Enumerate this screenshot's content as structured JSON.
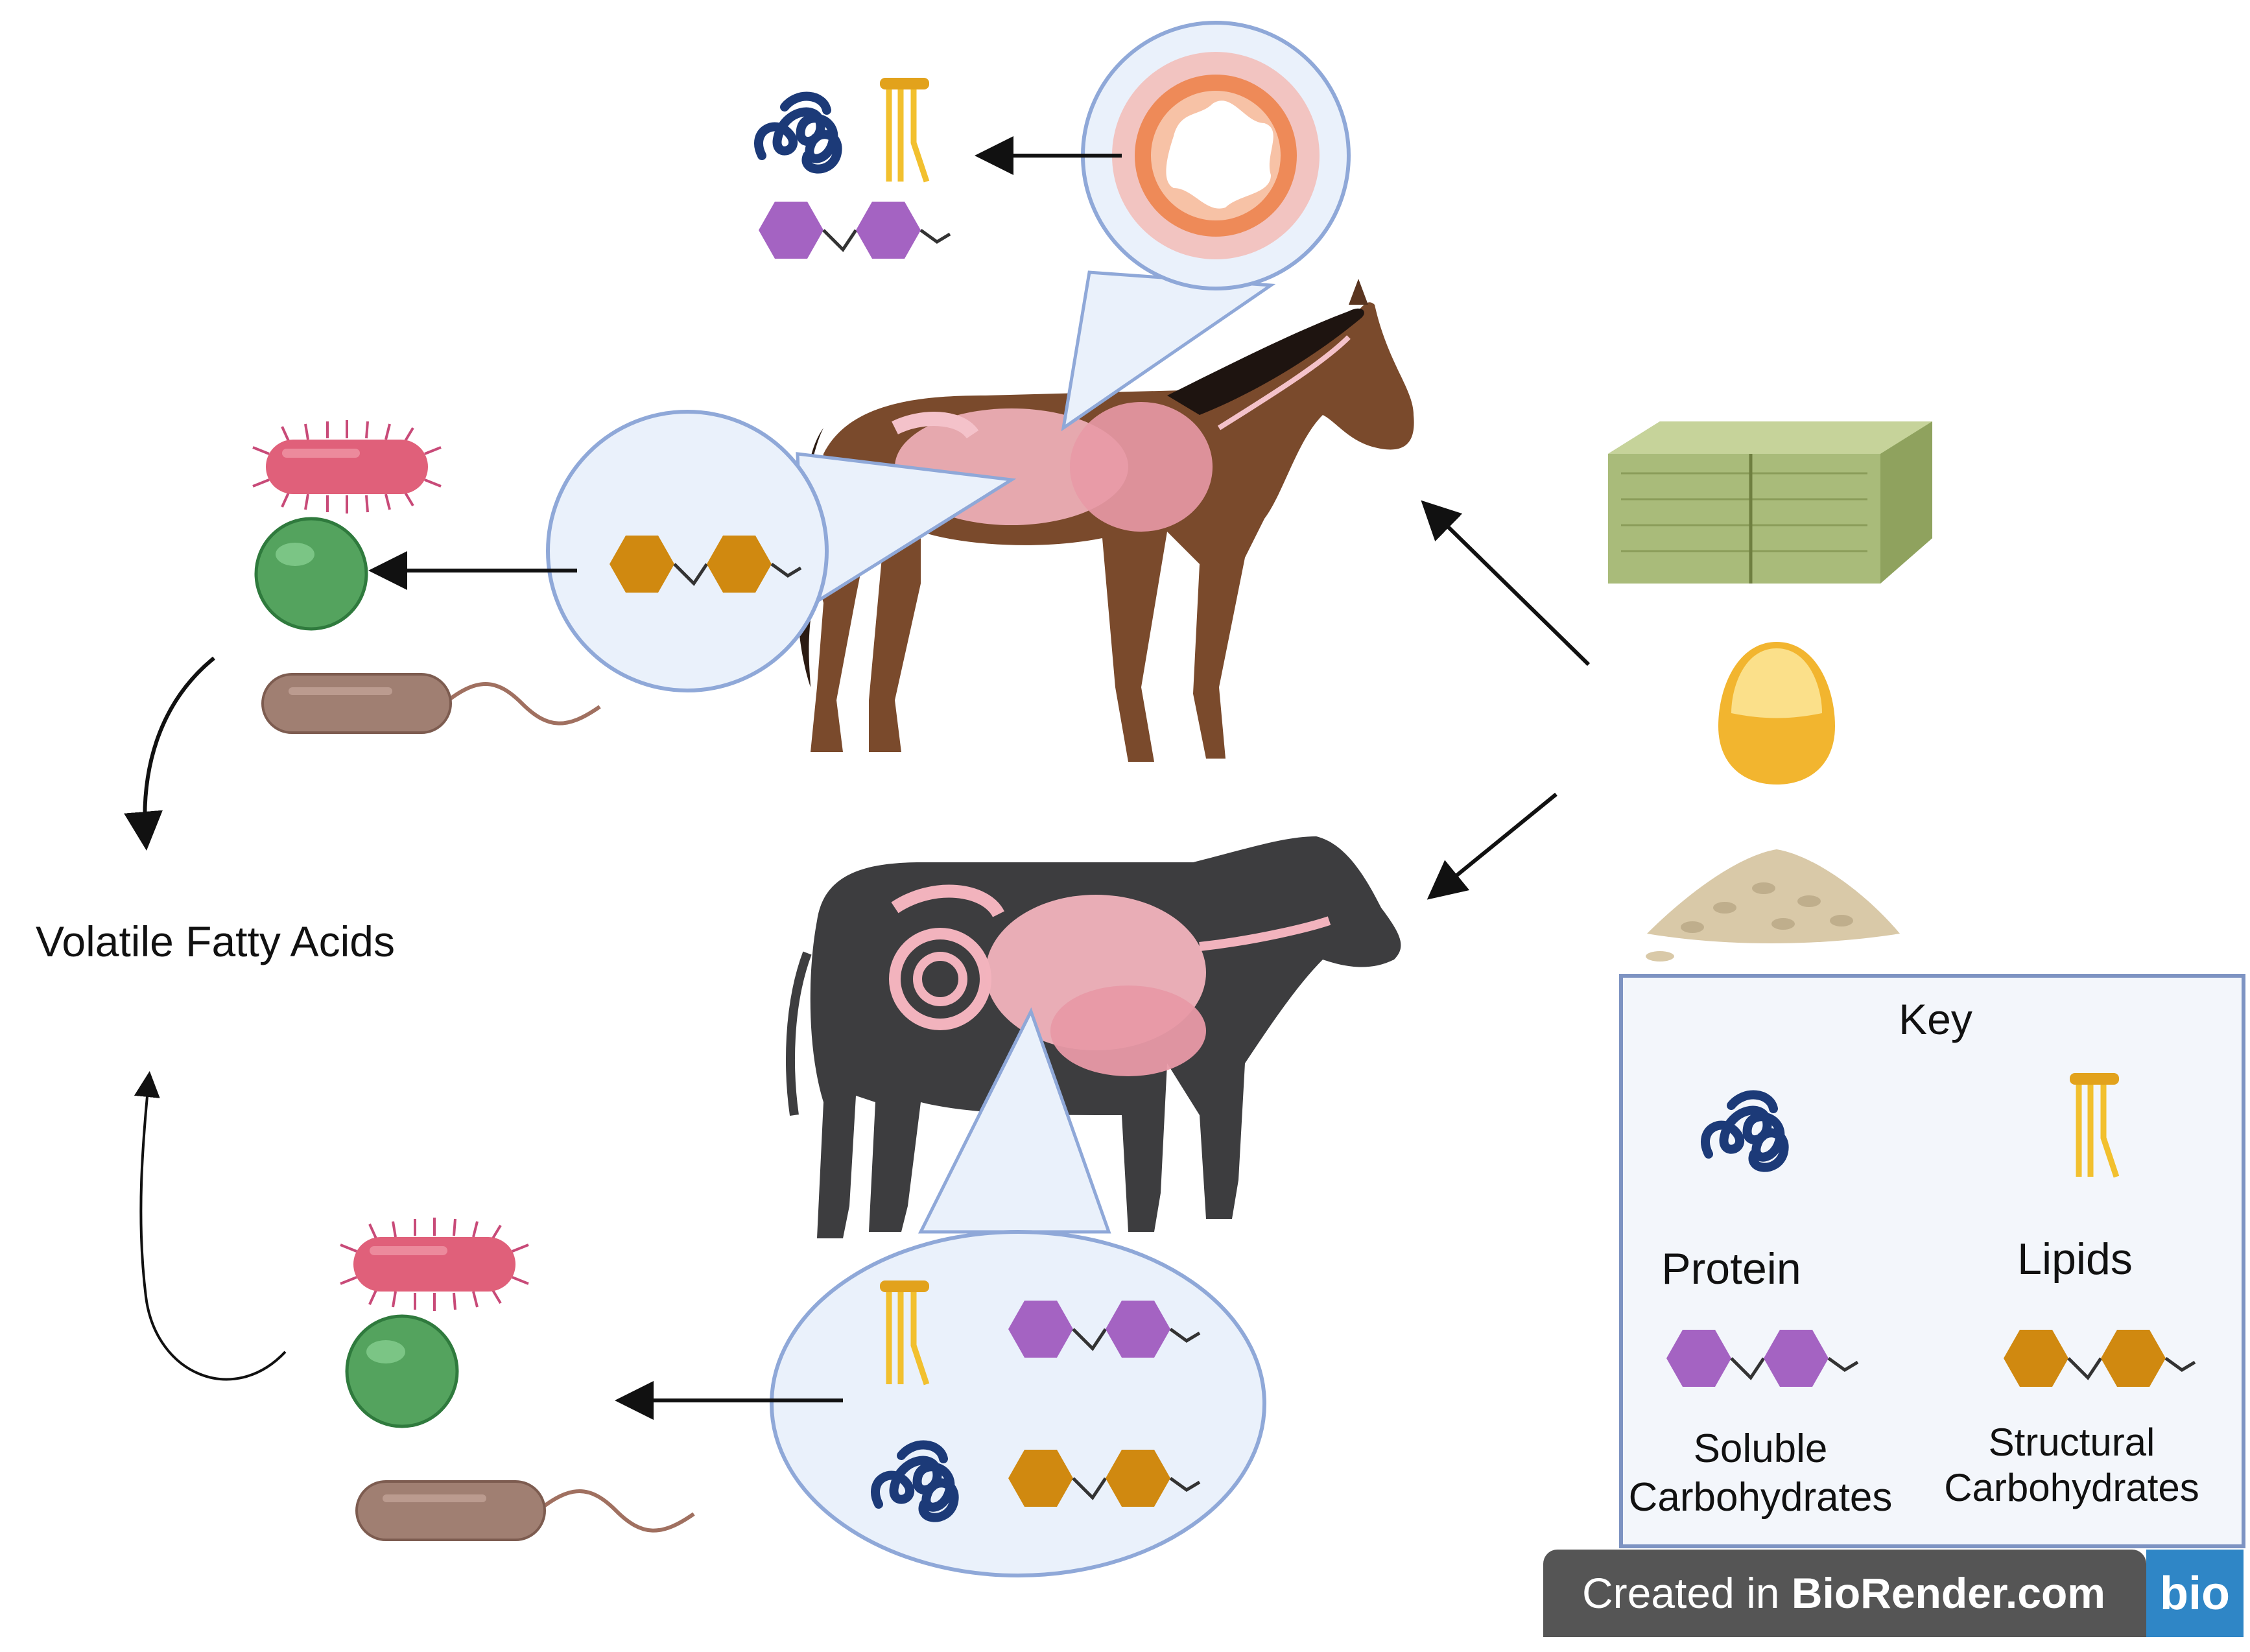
{
  "labels": {
    "vfa": "Volatile Fatty Acids"
  },
  "key": {
    "title": "Key",
    "protein": "Protein",
    "lipids": "Lipids",
    "soluble_line1": "Soluble",
    "soluble_line2": "Carbohydrates",
    "structural_line1": "Structural",
    "structural_line2": "Carbohydrates"
  },
  "badge": {
    "prefix": "Created in ",
    "brand": "BioRender.com",
    "logo": "bio"
  },
  "icons": {
    "protein": "protein-coil-icon",
    "lipid": "lipid-chain-icon",
    "soluble": "soluble-carbohydrate-icon",
    "structural": "structural-carbohydrate-icon",
    "bacteria": [
      "spiky-bacterium-icon",
      "coccus-bacterium-icon",
      "flagellated-bacterium-icon"
    ],
    "feeds": [
      "hay-bale-icon",
      "corn-kernel-icon",
      "grain-pile-icon"
    ],
    "animals": [
      "horse-icon",
      "cow-icon"
    ]
  },
  "colors": {
    "protein": "#1c3a78",
    "lipid": "#f2c02e",
    "soluble": "#a463c2",
    "structural": "#d08910",
    "callout_fill": "#eaf1fb",
    "callout_stroke": "#8fa8d8",
    "key_bg": "#f3f6fb",
    "key_border": "#7d93c2",
    "badge_bg": "#555555",
    "badge_logo": "#2f86c6"
  }
}
